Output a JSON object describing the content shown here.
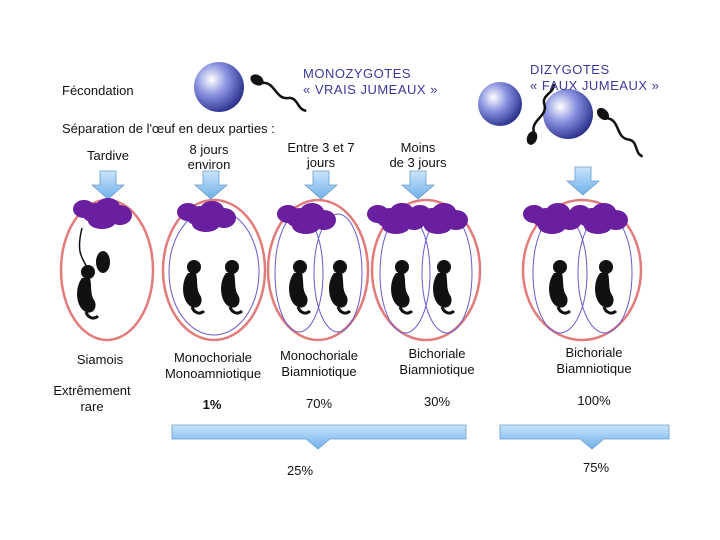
{
  "monozygotic": {
    "line1": "MONOZYGOTES",
    "line2": "« VRAIS JUMEAUX »"
  },
  "dizygotic": {
    "line1": "DIZYGOTES",
    "line2": "« FAUX JUMEAUX »"
  },
  "fecondation": "Fécondation",
  "separation": "Séparation de l'œuf en deux parties  :",
  "timing": [
    {
      "lines": [
        "Tardive"
      ]
    },
    {
      "lines": [
        "8 jours",
        "environ"
      ]
    },
    {
      "lines": [
        "Entre 3 et 7",
        "jours"
      ]
    },
    {
      "lines": [
        "Moins",
        "de 3 jours"
      ]
    }
  ],
  "types": [
    {
      "lines": [
        "Siamois"
      ]
    },
    {
      "lines": [
        "Monochoriale",
        "Monoamniotique"
      ]
    },
    {
      "lines": [
        "Monochoriale",
        "Biamniotique"
      ]
    },
    {
      "lines": [
        "Bichoriale",
        "Biamniotique"
      ]
    },
    {
      "lines": [
        "Bichoriale",
        "Biamniotique"
      ]
    }
  ],
  "percentages": [
    {
      "lines": [
        "Extrêmement",
        "rare"
      ]
    },
    {
      "lines": [
        "1%"
      ]
    },
    {
      "lines": [
        "70%"
      ]
    },
    {
      "lines": [
        "30%"
      ]
    },
    {
      "lines": [
        "100%"
      ]
    }
  ],
  "totals": {
    "mono": "25%",
    "di": "75%"
  },
  "colors": {
    "sphere": "#4a55b8",
    "placenta": "#6a1fa0",
    "chorion": "#e27b7b",
    "amnion": "#6a5acd",
    "arrow": "#8ec3f0"
  }
}
